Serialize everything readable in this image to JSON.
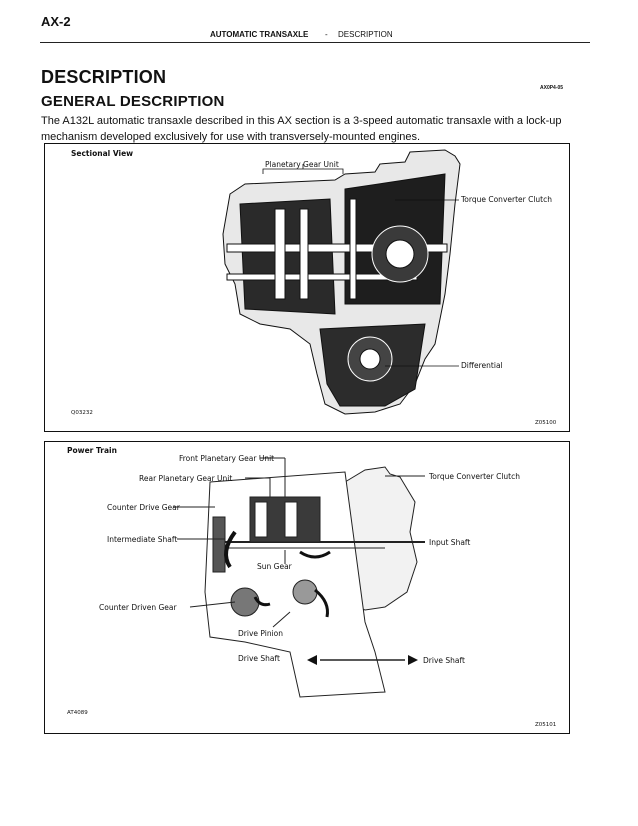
{
  "header": {
    "page_code": "AX-2",
    "section_title": "AUTOMATIC TRANSAXLE",
    "separator": "-",
    "subsection_title": "DESCRIPTION"
  },
  "main": {
    "heading": "DESCRIPTION",
    "ref_code": "AX0P4-05",
    "subheading": "GENERAL DESCRIPTION",
    "paragraph": "The A132L automatic transaxle described in this AX section is a 3-speed automatic transaxle with a lock-up mechanism developed exclusively for use with transversely-mounted engines."
  },
  "figure_sectional": {
    "title": "Sectional View",
    "labels": {
      "planetary_gear_unit": "Planetary Gear Unit",
      "torque_converter_clutch": "Torque Converter Clutch",
      "differential": "Differential"
    },
    "code_left": "Q03232",
    "code_right": "Z05100"
  },
  "figure_powertrain": {
    "title": "Power Train",
    "labels": {
      "front_planetary_gear_unit": "Front Planetary Gear Unit",
      "rear_planetary_gear_unit": "Rear Planetary Gear Unit",
      "counter_drive_gear": "Counter Drive Gear",
      "intermediate_shaft": "Intermediate Shaft",
      "sun_gear": "Sun Gear",
      "counter_driven_gear": "Counter Driven Gear",
      "drive_pinion": "Drive Pinion",
      "drive_shaft_left": "Drive Shaft",
      "torque_converter_clutch": "Torque Converter Clutch",
      "input_shaft": "Input Shaft",
      "drive_shaft_right": "Drive Shaft"
    },
    "code_left": "AT4089",
    "code_right": "Z05101"
  }
}
